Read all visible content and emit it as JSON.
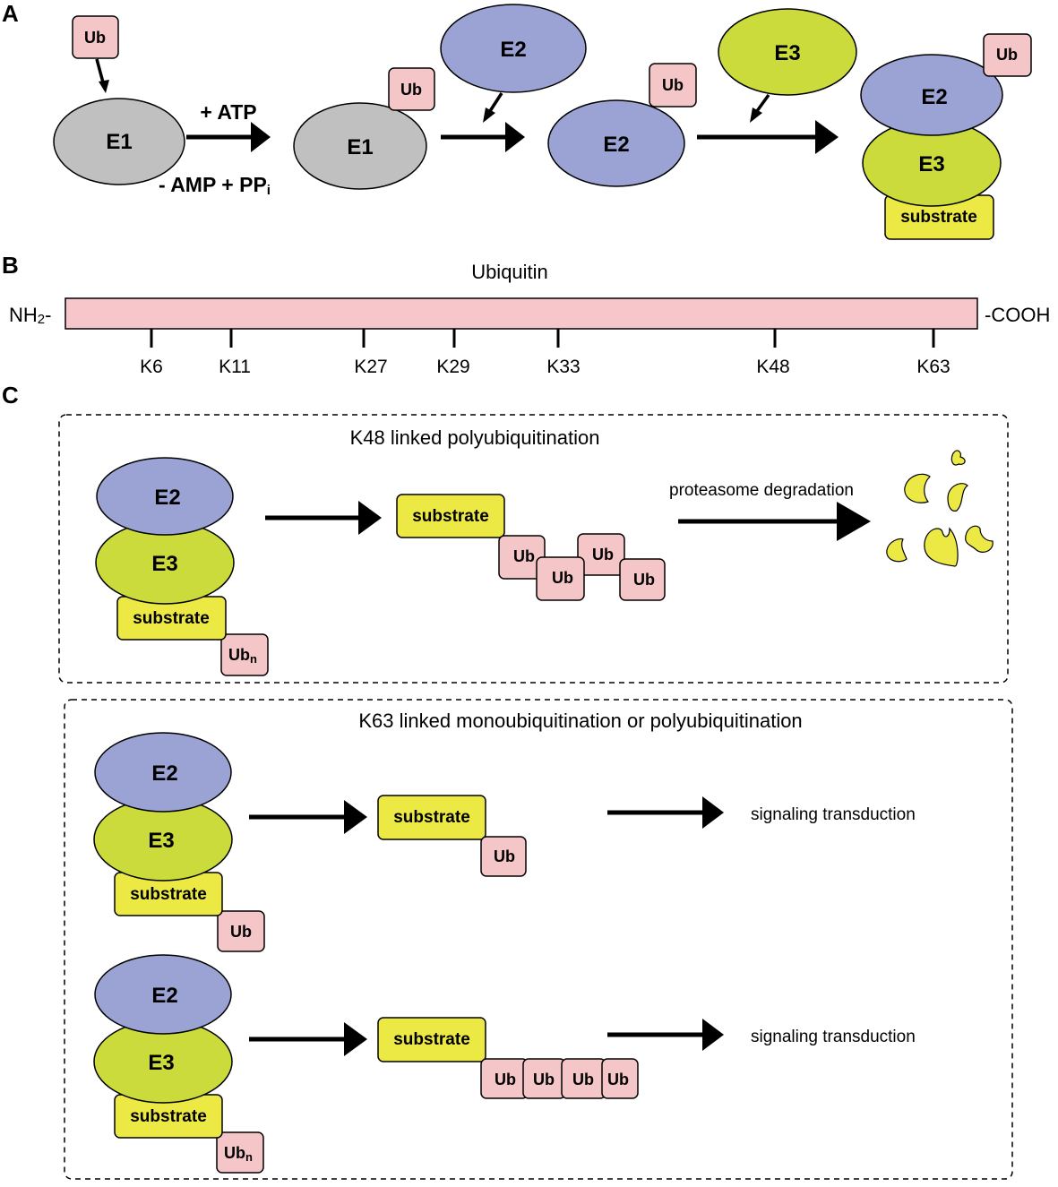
{
  "panels": {
    "a": "A",
    "b": "B",
    "c": "C"
  },
  "panel_a": {
    "ub": "Ub",
    "e1": "E1",
    "e2": "E2",
    "e3": "E3",
    "substrate": "substrate",
    "plus_atp": "+ ATP",
    "minus_amp": "- AMP + PP",
    "minus_amp_sub": "i"
  },
  "panel_b": {
    "title": "Ubiquitin",
    "nh2_main": "NH",
    "nh2_sub": "2",
    "nh2_tail": "-",
    "cooh": "-COOH",
    "lysines": [
      "K6",
      "K11",
      "K27",
      "K29",
      "K33",
      "K48",
      "K63"
    ]
  },
  "panel_c": {
    "box1": {
      "title": "K48 linked  polyubiquitination",
      "e2": "E2",
      "e3": "E3",
      "substrate": "substrate",
      "ubn_main": "Ub",
      "ubn_sub": "n",
      "product_substrate": "substrate",
      "chain": [
        "Ub",
        "Ub",
        "Ub",
        "Ub"
      ],
      "outcome": "proteasome degradation"
    },
    "box2": {
      "title": "K63 linked monoubiquitination or  polyubiquitination",
      "row1": {
        "e2": "E2",
        "e3": "E3",
        "substrate": "substrate",
        "ub": "Ub",
        "product_substrate": "substrate",
        "product_ub": "Ub",
        "outcome": "signaling transduction"
      },
      "row2": {
        "e2": "E2",
        "e3": "E3",
        "substrate": "substrate",
        "ubn_main": "Ub",
        "ubn_sub": "n",
        "product_substrate": "substrate",
        "chain": [
          "Ub",
          "Ub",
          "Ub",
          "Ub"
        ],
        "outcome": "signaling transduction"
      }
    }
  }
}
